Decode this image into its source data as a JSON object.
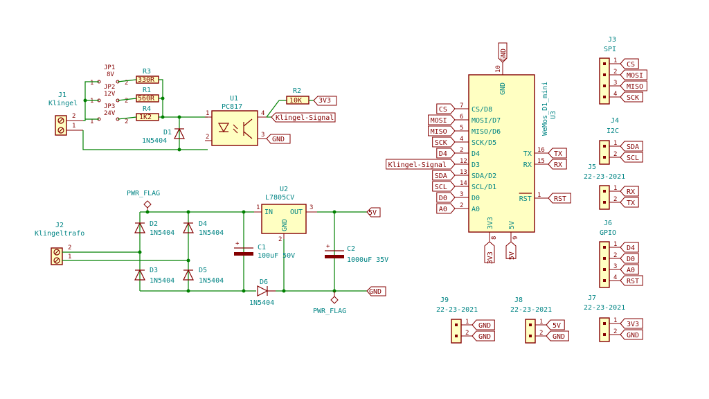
{
  "j1": {
    "ref": "J1",
    "val": "Klingel",
    "p1": "1",
    "p2": "2"
  },
  "jp1": {
    "ref": "JP1",
    "val": "8V",
    "p1": "1",
    "p2": "2"
  },
  "jp2": {
    "ref": "JP2",
    "val": "12V",
    "p1": "1",
    "p2": "2"
  },
  "jp3": {
    "ref": "JP3",
    "val": "24V",
    "p1": "1",
    "p2": "2"
  },
  "r3": {
    "ref": "R3",
    "val": "330R"
  },
  "r1": {
    "ref": "R1",
    "val": "560R"
  },
  "r4": {
    "ref": "R4",
    "val": "1K2"
  },
  "r2": {
    "ref": "R2",
    "val": "10K",
    "net": "3V3"
  },
  "d1": {
    "ref": "D1",
    "val": "1N5404"
  },
  "u1": {
    "ref": "U1",
    "val": "PC817",
    "p1": "1",
    "p2": "2",
    "p3": "3",
    "p4": "4",
    "net4": "Klingel-Signal",
    "net3": "GND"
  },
  "power": {
    "pwr_flag": "PWR_FLAG",
    "j2": {
      "ref": "J2",
      "val": "Klingeltrafo",
      "p1": "1",
      "p2": "2"
    },
    "d2": {
      "ref": "D2",
      "val": "1N5404"
    },
    "d3": {
      "ref": "D3",
      "val": "1N5404"
    },
    "d4": {
      "ref": "D4",
      "val": "1N5404"
    },
    "d5": {
      "ref": "D5",
      "val": "1N5404"
    },
    "d6": {
      "ref": "D6",
      "val": "1N5404"
    },
    "u2": {
      "ref": "U2",
      "val": "L7805CV",
      "in": "IN",
      "out": "OUT",
      "gnd": "GND",
      "p1": "1",
      "p2": "2",
      "p3": "3"
    },
    "c1": {
      "ref": "C1",
      "val": "100uF 50V"
    },
    "c2": {
      "ref": "C2",
      "val": "1000uF 35V"
    },
    "net5v": "5V",
    "netgnd": "GND"
  },
  "u3": {
    "ref": "U3",
    "val": "WeMos_D1_mini",
    "gnd_pin": {
      "num": "10",
      "name": "GND",
      "net": "GND"
    },
    "left_pins": [
      {
        "num": "7",
        "name": "CS/D8",
        "net": "CS"
      },
      {
        "num": "6",
        "name": "MOSI/D7",
        "net": "MOSI"
      },
      {
        "num": "5",
        "name": "MISO/D6",
        "net": "MISO"
      },
      {
        "num": "4",
        "name": "SCK/D5",
        "net": "SCK"
      },
      {
        "num": "2",
        "name": "D4",
        "net": "D4"
      },
      {
        "num": "12",
        "name": "D3",
        "net": "Klingel-Signal"
      },
      {
        "num": "13",
        "name": "SDA/D2",
        "net": "SDA"
      },
      {
        "num": "14",
        "name": "SCL/D1",
        "net": "SCL"
      },
      {
        "num": "3",
        "name": "D0",
        "net": "D0"
      },
      {
        "num": "2",
        "name": "A0",
        "net": "A0"
      }
    ],
    "right_pins": [
      {
        "num": "16",
        "name": "TX",
        "net": "TX"
      },
      {
        "num": "15",
        "name": "RX",
        "net": "RX"
      },
      {
        "num": "1",
        "name": "RST",
        "net": "RST"
      }
    ],
    "bottom_pins": [
      {
        "num": "8",
        "name": "3V3",
        "net": "3V3"
      },
      {
        "num": "9",
        "name": "5V",
        "net": "5V"
      }
    ]
  },
  "connectors": {
    "j3": {
      "ref": "J3",
      "val": "SPI",
      "pins": [
        {
          "num": "1",
          "net": "CS"
        },
        {
          "num": "2",
          "net": "MOSI"
        },
        {
          "num": "3",
          "net": "MISO"
        },
        {
          "num": "4",
          "net": "SCK"
        }
      ]
    },
    "j4": {
      "ref": "J4",
      "val": "I2C",
      "pins": [
        {
          "num": "1",
          "net": "SDA"
        },
        {
          "num": "2",
          "net": "SCL"
        }
      ]
    },
    "j5": {
      "ref": "J5",
      "val": "22-23-2021",
      "pins": [
        {
          "num": "1",
          "net": "RX"
        },
        {
          "num": "2",
          "net": "TX"
        }
      ]
    },
    "j6": {
      "ref": "J6",
      "val": "GPIO",
      "pins": [
        {
          "num": "1",
          "net": "D4"
        },
        {
          "num": "2",
          "net": "D0"
        },
        {
          "num": "3",
          "net": "A0"
        },
        {
          "num": "4",
          "net": "RST"
        }
      ]
    },
    "j7": {
      "ref": "J7",
      "val": "22-23-2021",
      "pins": [
        {
          "num": "1",
          "net": "3V3"
        },
        {
          "num": "2",
          "net": "GND"
        }
      ]
    },
    "j8": {
      "ref": "J8",
      "val": "22-23-2021",
      "pins": [
        {
          "num": "1",
          "net": "5V"
        },
        {
          "num": "2",
          "net": "GND"
        }
      ]
    },
    "j9": {
      "ref": "J9",
      "val": "22-23-2021",
      "pins": [
        {
          "num": "1",
          "net": "GND"
        },
        {
          "num": "2",
          "net": "GND"
        }
      ]
    }
  }
}
